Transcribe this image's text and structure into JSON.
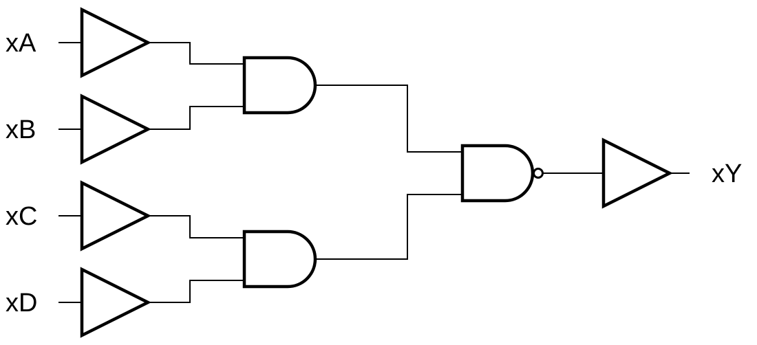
{
  "diagram": {
    "kind": "logic-circuit-schematic",
    "inputs": [
      {
        "id": "A",
        "label": "xA"
      },
      {
        "id": "B",
        "label": "xB"
      },
      {
        "id": "C",
        "label": "xC"
      },
      {
        "id": "D",
        "label": "xD"
      }
    ],
    "output": {
      "id": "Y",
      "label": "xY"
    },
    "gates": [
      {
        "id": "buffer-a",
        "type": "buffer",
        "inputs": [
          "xA"
        ]
      },
      {
        "id": "buffer-b",
        "type": "buffer",
        "inputs": [
          "xB"
        ]
      },
      {
        "id": "buffer-c",
        "type": "buffer",
        "inputs": [
          "xC"
        ]
      },
      {
        "id": "buffer-d",
        "type": "buffer",
        "inputs": [
          "xD"
        ]
      },
      {
        "id": "and-top",
        "type": "AND",
        "inputs": [
          "buffer-a",
          "buffer-b"
        ]
      },
      {
        "id": "and-bottom",
        "type": "AND",
        "inputs": [
          "buffer-c",
          "buffer-d"
        ]
      },
      {
        "id": "nand",
        "type": "NAND",
        "inputs": [
          "and-top",
          "and-bottom"
        ]
      },
      {
        "id": "buffer-y",
        "type": "buffer",
        "inputs": [
          "nand"
        ],
        "drives": "xY"
      }
    ]
  },
  "colors": {
    "stroke": "#000000",
    "background": "#ffffff"
  }
}
